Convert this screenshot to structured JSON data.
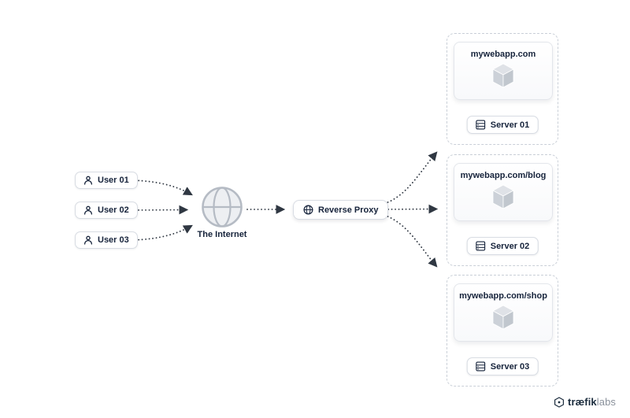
{
  "diagram": {
    "users": [
      {
        "label": "User 01"
      },
      {
        "label": "User 02"
      },
      {
        "label": "User 03"
      }
    ],
    "internet": {
      "label": "The Internet"
    },
    "proxy": {
      "label": "Reverse Proxy"
    },
    "groups": [
      {
        "domain": "mywebapp.com",
        "server": "Server 01"
      },
      {
        "domain": "mywebapp.com/blog",
        "server": "Server 02"
      },
      {
        "domain": "mywebapp.com/shop",
        "server": "Server 03"
      }
    ],
    "logo": {
      "brand": "træfik",
      "suffix": "labs"
    }
  },
  "icons": {
    "user": "person-icon",
    "internet": "globe-icon",
    "proxy": "globe-icon",
    "app": "cube-icon",
    "server": "server-grid-icon",
    "logo": "traefik-mark-icon"
  },
  "colors": {
    "background": "#ffffff",
    "text": "#16233b",
    "pill_border": "#d8dce3",
    "group_dash": "#c9cfd7",
    "arrow": "#2f3742",
    "cube_light": "#dfe2e7",
    "cube_mid": "#ccd1d8",
    "cube_dark": "#c1c7ce",
    "globe_fill": "#edeff2",
    "globe_stroke": "#b5bbc4"
  }
}
